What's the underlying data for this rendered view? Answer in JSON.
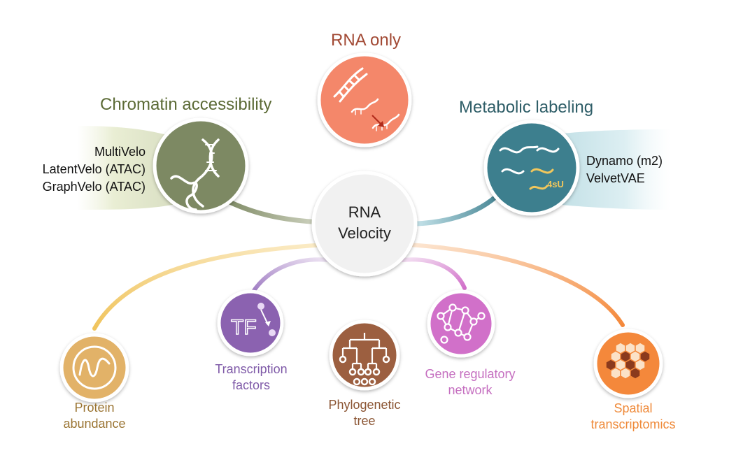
{
  "center": {
    "line1": "RNA",
    "line2": "Velocity"
  },
  "rna_only": {
    "title": "RNA only",
    "color": "#a24a35",
    "circle_color": "#f4876a"
  },
  "chromatin": {
    "title": "Chromatin accessibility",
    "color": "#5b6a35",
    "circle_color": "#7d8963",
    "methods": [
      "MultiVelo",
      "LatentVelo (ATAC)",
      "GraphVelo (ATAC)"
    ]
  },
  "metabolic": {
    "title": "Metabolic labeling",
    "color": "#2f5e68",
    "circle_color": "#3e7f8e",
    "badge": "4sU",
    "methods": [
      "Dynamo (m2)",
      "VelvetVAE"
    ]
  },
  "categories": {
    "protein": {
      "line1": "Protein",
      "line2": "abundance",
      "color": "#9a7432",
      "circle_color": "#e2b267"
    },
    "tf": {
      "line1": "Transcription",
      "line2": "factors",
      "color": "#7f5aa8",
      "circle_color": "#8b62b0",
      "icon_text": "TF"
    },
    "phylo": {
      "line1": "Phylogenetic",
      "line2": "tree",
      "color": "#8b5533",
      "circle_color": "#9c5f3f"
    },
    "grn": {
      "line1": "Gene regulatory",
      "line2": "network",
      "color": "#c56fc0",
      "circle_color": "#d170c9"
    },
    "spatial": {
      "line1": "Spatial",
      "line2": "transcriptomics",
      "color": "#ef8a3a",
      "circle_color": "#f4883a"
    }
  }
}
